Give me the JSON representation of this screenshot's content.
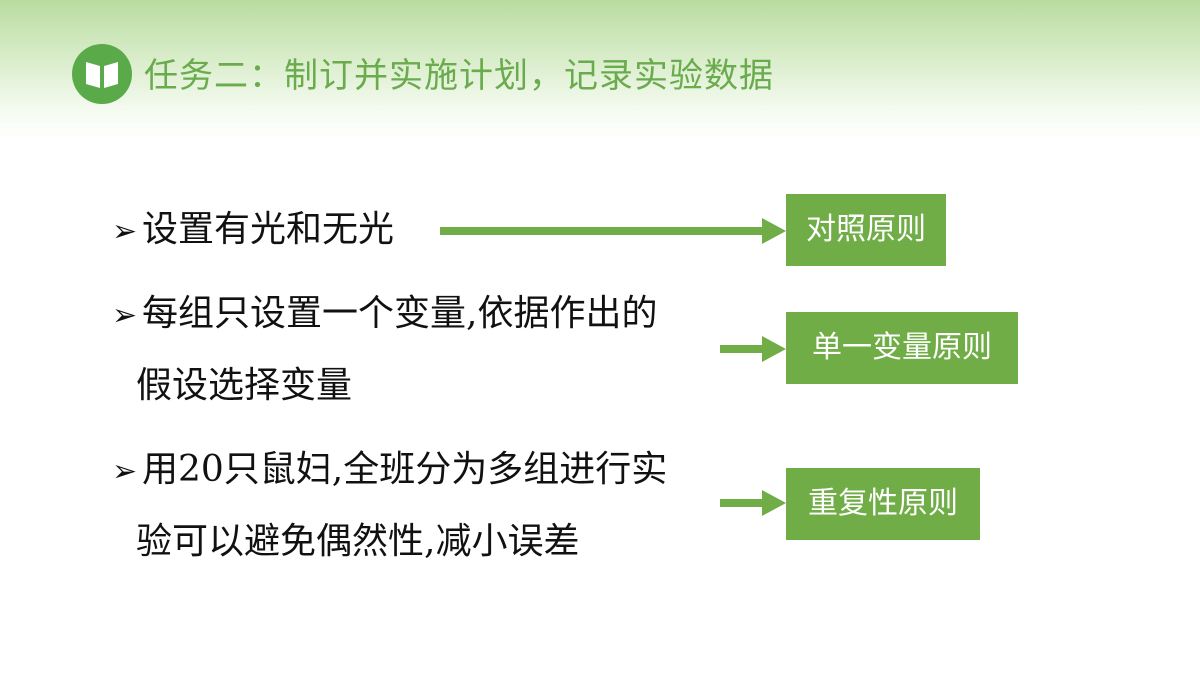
{
  "header": {
    "title": "任务二：制订并实施计划，记录实验数据",
    "icon": "open-book-icon",
    "accent_color": "#6aab4e",
    "logo_color": "#5aaa4a"
  },
  "bullets": [
    {
      "marker": "➢",
      "lines": [
        "设置有光和无光"
      ],
      "principle": "对照原则"
    },
    {
      "marker": "➢",
      "lines": [
        "每组只设置一个变量,依据作出的",
        "假设选择变量"
      ],
      "principle": "单一变量原则"
    },
    {
      "marker": "➢",
      "lines": [
        "用20只鼠妇,全班分为多组进行实",
        "验可以避免偶然性,减小误差"
      ],
      "principle": "重复性原则"
    }
  ],
  "colors": {
    "box_fill": "#70ad47",
    "arrow": "#70ad47",
    "text": "#111111"
  }
}
